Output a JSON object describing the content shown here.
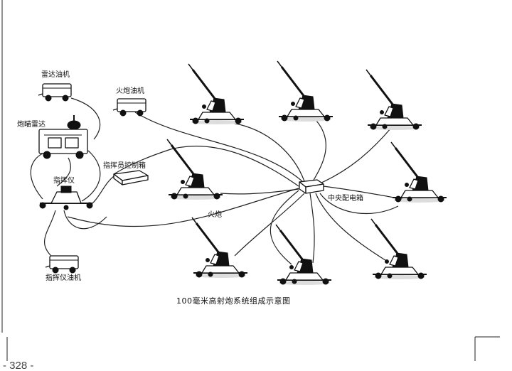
{
  "labels": {
    "radar_generator": "雷达油机",
    "gun_generator": "火炮油机",
    "fire_control_radar": "炮瞄雷达",
    "commander_control_box": "指挥员控制箱",
    "director": "指挥仪",
    "gun": "火炮",
    "central_distribution_box": "中央配电箱",
    "director_generator": "指挥仪油机"
  },
  "caption": "100毫米高射炮系统组成示意图",
  "page_number": "- 328 -"
}
